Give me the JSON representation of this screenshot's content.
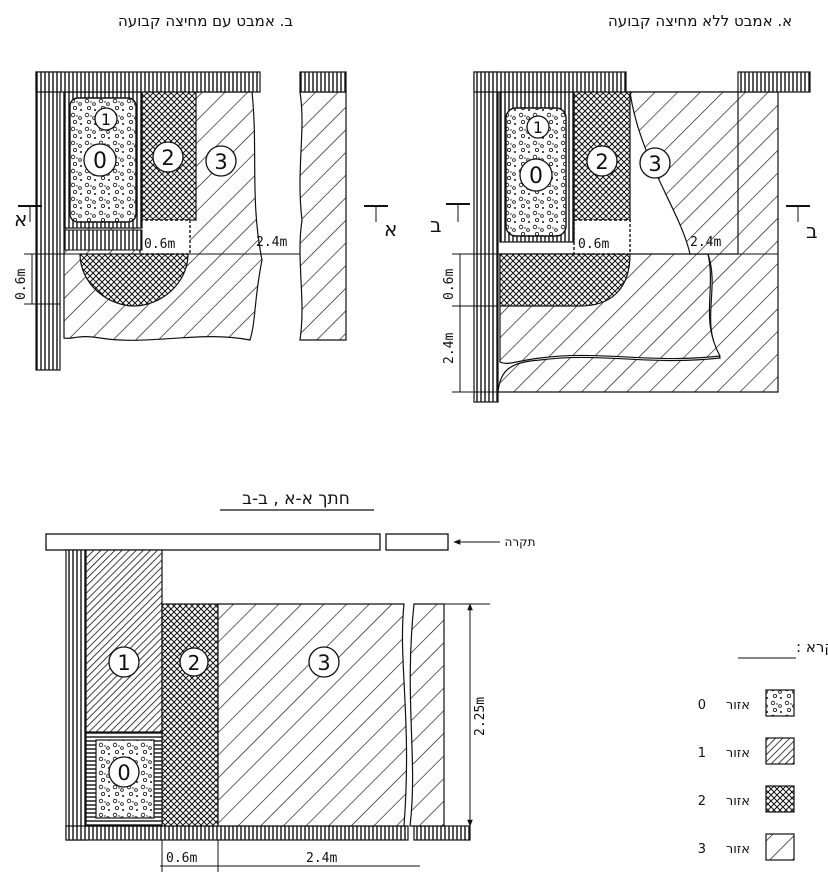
{
  "headers": {
    "left_title": "ב.   אמבט עם מחיצה קבועה",
    "right_title": "א.   אמבט ללא מחיצה קבועה",
    "section_title": "חתך א-א , ב-ב"
  },
  "zones": {
    "z0": "0",
    "z1": "1",
    "z2": "2",
    "z3": "3"
  },
  "section_marks": {
    "a": "א",
    "b": "ב"
  },
  "dims": {
    "d06": "0.6m",
    "d24": "2.4m",
    "d225": "2.25m"
  },
  "ceiling_label": "תקרה",
  "legend": {
    "title": "מקרא :",
    "items": [
      {
        "label": "אזור",
        "num": "0"
      },
      {
        "label": "אזור",
        "num": "1"
      },
      {
        "label": "אזור",
        "num": "2"
      },
      {
        "label": "אזור",
        "num": "3"
      }
    ]
  },
  "colors": {
    "ink": "#111111",
    "paper": "#ffffff"
  }
}
